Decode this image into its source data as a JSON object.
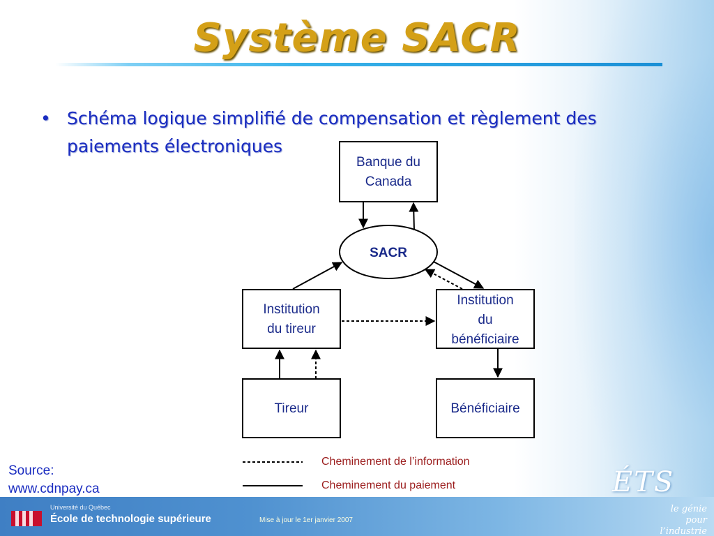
{
  "title": "Système SACR",
  "bullet": {
    "symbol": "•",
    "text": "Schéma logique simplifié de compensation et règlement des paiements électroniques"
  },
  "diagram": {
    "nodes": {
      "banque": [
        "Banque du",
        "Canada"
      ],
      "sacr": "SACR",
      "institution_tireur": [
        "Institution",
        "du tireur"
      ],
      "institution_beneficiaire": [
        "Institution",
        "du",
        "bénéficiaire"
      ],
      "tireur": "Tireur",
      "beneficiaire": "Bénéficiaire"
    },
    "edges": [
      {
        "from": "banque",
        "to": "sacr",
        "kind": "paiement"
      },
      {
        "from": "sacr",
        "to": "banque",
        "kind": "paiement"
      },
      {
        "from": "institution_tireur",
        "to": "sacr",
        "kind": "paiement"
      },
      {
        "from": "sacr",
        "to": "institution_beneficiaire",
        "kind": "paiement"
      },
      {
        "from": "institution_beneficiaire",
        "to": "sacr",
        "kind": "information"
      },
      {
        "from": "institution_tireur",
        "to": "institution_beneficiaire",
        "kind": "information"
      },
      {
        "from": "tireur",
        "to": "institution_tireur",
        "kind": "paiement"
      },
      {
        "from": "tireur",
        "to": "institution_tireur",
        "kind": "information"
      },
      {
        "from": "institution_beneficiaire",
        "to": "beneficiaire",
        "kind": "paiement"
      }
    ],
    "legend": {
      "information": "Cheminement de l’information",
      "paiement": "Cheminement du paiement"
    },
    "colors": {
      "box_text": "#1a2a8a",
      "legend_text": "#9b1c1c",
      "stroke": "#000000"
    }
  },
  "source": {
    "label": "Source:",
    "url": "www.cdnpay.ca"
  },
  "footer": {
    "university": "Université du Québec",
    "school": "École de technologie supérieure",
    "update": "Mise à jour le 1er janvier 2007",
    "logo": "ÉTS",
    "slogan": [
      "le génie",
      "pour l’industrie"
    ]
  },
  "colors": {
    "title": "#d4a017",
    "bullet_text": "#1a2cc0",
    "footer": "#3f7fc4"
  }
}
